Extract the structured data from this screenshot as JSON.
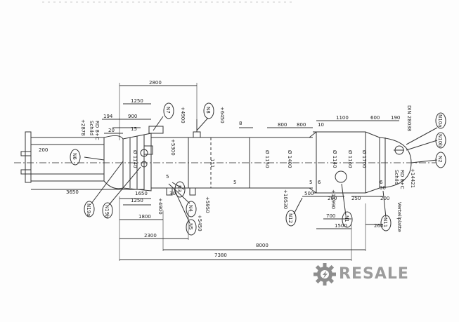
{
  "drawing": {
    "dims_top": {
      "d2800": "2800",
      "d1250": "1250",
      "d900": "900",
      "d194": "194",
      "d20": "20",
      "d15": "15",
      "d800a": "800",
      "d800b": "800",
      "d10": "10",
      "d1100": "1100",
      "d600": "600",
      "d190": "190",
      "d8": "8"
    },
    "dims_bottom": {
      "d3650": "3650",
      "d1650": "1650",
      "d1250b": "1250",
      "d30a": "30",
      "d1800": "1800",
      "d2300": "2300",
      "d8000": "8000",
      "d7380": "7380",
      "d500": "500",
      "d200a": "200",
      "d250": "250",
      "d200b": "200",
      "d700": "700",
      "d1500": "1500",
      "d260": "260",
      "d30b": "30",
      "d200left": "200"
    },
    "elevations": {
      "e2878": "+2878",
      "e4900": "+4900",
      "e6450": "+6450",
      "e5300": "+5300",
      "e4900b": "+4900",
      "e5450": "+5450",
      "e5950": "+5950",
      "e10530": "+10530",
      "e11990": "+11990",
      "e14421": "+14421"
    },
    "diameters": {
      "d1150": "Ø 1150",
      "d1400": "Ø 1400",
      "d1140": "Ø 1140",
      "d1160": "Ø 1160",
      "d1700": "Ø 1700",
      "d1140left": "Ø 1140",
      "d111": "111"
    },
    "nozzles": {
      "n1": "N1",
      "n2": "N2",
      "n3": "N3",
      "n4": "N4",
      "n5": "N5",
      "n6": "N6",
      "n7": "N7",
      "n8": "N8",
      "n10a": "N10a",
      "n10b": "N10b",
      "n11": "N11",
      "n12": "N12",
      "n19a": "N19a",
      "n19b": "N19b"
    },
    "notes": {
      "din": "DIN 28038",
      "verteilplatte": "Verteilplatte",
      "schild_right": "Schild",
      "schild_left": "Schild",
      "rd_right": "RD 8+C",
      "rd_left": "RD 8+C",
      "s5a": "5",
      "s5b": "5",
      "s5c": "5",
      "s6a": "6",
      "s6b": "6"
    }
  },
  "logo": {
    "text": "RESALE",
    "gear_color": "#8d8d8d",
    "text_color": "#9c9c9c"
  }
}
